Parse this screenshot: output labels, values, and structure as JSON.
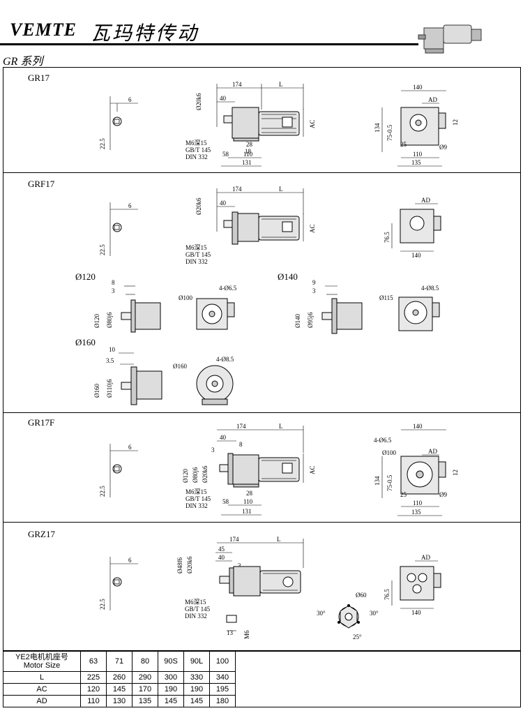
{
  "header": {
    "brand_en": "VEMTE",
    "brand_cn": "瓦玛特传动",
    "series": "GR 系列"
  },
  "sections": {
    "gr17": {
      "title": "GR17"
    },
    "grf17": {
      "title": "GRF17",
      "flange_120": "Ø120",
      "flange_140": "Ø140",
      "flange_160": "Ø160"
    },
    "gr17f": {
      "title": "GR17F"
    },
    "grz17": {
      "title": "GRZ17"
    }
  },
  "dims": {
    "d174": "174",
    "L": "L",
    "d40": "40",
    "d20": "Ø20k6",
    "AC": "AC",
    "AD": "AD",
    "m6": "M6深15",
    "gbt": "GB/T 145",
    "din": "DIN 332",
    "d28": "28",
    "d18": "18",
    "d58": "58",
    "d110": "110",
    "d131": "131",
    "d140": "140",
    "d134": "134",
    "d75": "75-0.5",
    "d25": "25",
    "d12": "12",
    "d9": "Ø9",
    "d135": "135",
    "d6": "6",
    "d22_5": "22.5",
    "d76_5": "76.5",
    "d8": "8",
    "d3": "3",
    "d9b": "9",
    "d10": "10",
    "d3_5": "3.5",
    "f120": "Ø120",
    "f80": "Ø80j6",
    "f100": "Ø100",
    "h4_65": "4-Ø6.5",
    "f140": "Ø140",
    "f95": "Ø95j6",
    "f115": "Ø115",
    "h4_85": "4-Ø8.5",
    "f160": "Ø160",
    "f110": "Ø110j6",
    "d45": "45",
    "f48": "Ø48f6",
    "f60": "Ø60",
    "a30": "30°",
    "a25": "25°",
    "d13": "13",
    "m6b": "M6"
  },
  "table": {
    "header_cn": "YE2电机机座号",
    "header_en": "Motor Size",
    "sizes": [
      "63",
      "71",
      "80",
      "90S",
      "90L",
      "100"
    ],
    "rows": [
      {
        "label": "L",
        "values": [
          "225",
          "260",
          "290",
          "300",
          "330",
          "340"
        ]
      },
      {
        "label": "AC",
        "values": [
          "120",
          "145",
          "170",
          "190",
          "190",
          "195"
        ]
      },
      {
        "label": "AD",
        "values": [
          "110",
          "130",
          "135",
          "145",
          "145",
          "180"
        ]
      }
    ]
  }
}
